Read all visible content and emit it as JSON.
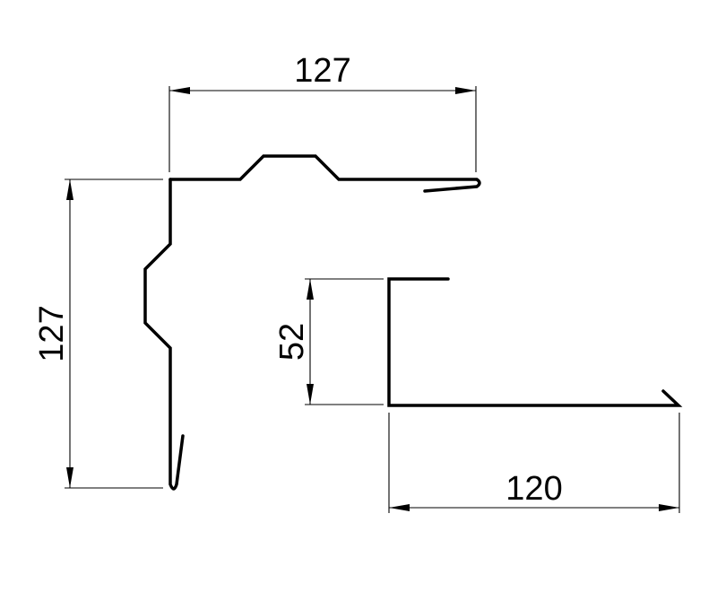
{
  "diagram": {
    "colors": {
      "background": "#ffffff",
      "stroke": "#000000"
    },
    "corner_profile": {
      "dimension_width": "127",
      "dimension_height": "127"
    },
    "flat_profile": {
      "dimension_height": "52",
      "dimension_width": "120"
    }
  }
}
